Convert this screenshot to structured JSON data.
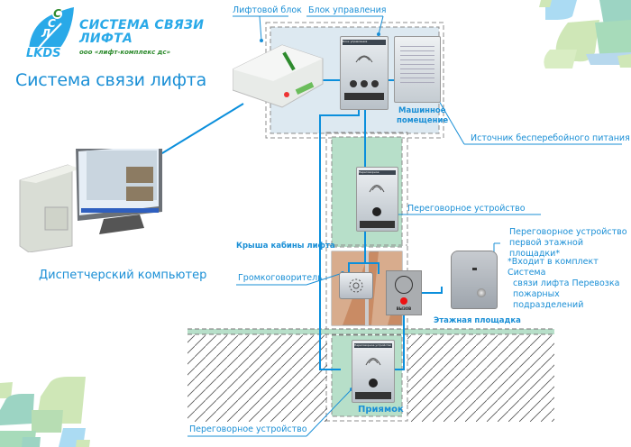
{
  "logo": {
    "mark_letters": [
      "С",
      "С",
      "Л"
    ],
    "mark_brand": "LKDS",
    "name_line1": "СИСТЕМА СВЯЗИ",
    "name_line2": "ЛИФТА",
    "company": "ООО «ЛИФТ-КОМПЛЕКС ДС»"
  },
  "title": "Система связи лифта",
  "labels": {
    "lift_block": "Лифтовой блок",
    "control_block": "Блок управления",
    "machine_room": [
      "Машинное",
      "помещение"
    ],
    "ups": "Источник бесперебойного питания",
    "intercom_top": "Переговорное устройство",
    "cabin_roof": "Крыша кабины лифта",
    "loudspeaker": "Громкоговоритель",
    "call_button": "ВЫЗОВ",
    "first_floor_intercom": [
      "Переговорное устройство",
      "первой этажной площадки*"
    ],
    "footnote": [
      "*Входит в комплект Система",
      "связи лифта Перевозка",
      "пожарных подразделений"
    ],
    "floor_landing": "Этажная площадка",
    "pit": "Приямок",
    "intercom_bottom": "Переговорное устройство",
    "dispatcher_pc": "Диспетчерский компьютер"
  },
  "device_captions": {
    "control_unit_header": "Блок управления",
    "intercom_header": "Переговорное устройство"
  },
  "colors": {
    "accent_blue": "#1a8fd6",
    "wire_blue": "#0b8fdc",
    "machine_room_fill": "#dde9f1",
    "shaft_green": "#b7dfc9",
    "cabin_brown": "#c98b64",
    "dash_gray": "#8c8c8c",
    "logo_green": "#2e8b2e"
  }
}
